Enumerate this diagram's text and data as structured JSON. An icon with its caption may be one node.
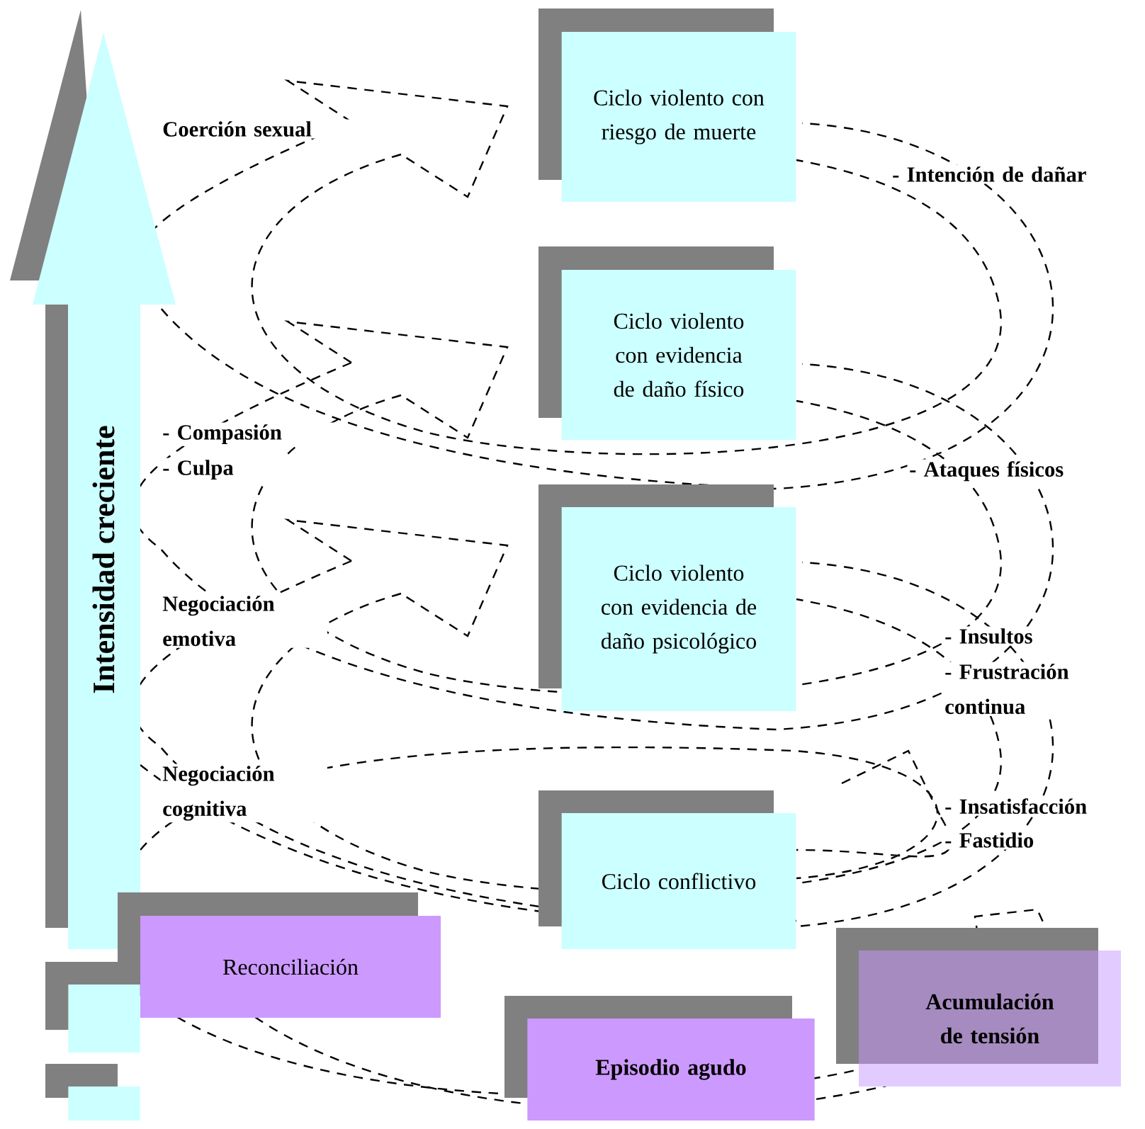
{
  "diagram": {
    "nodes": [
      {
        "text": [
          "Intensidad creciente"
        ]
      },
      {
        "text": [
          "Ciclo violento con riesgo de muerte"
        ]
      },
      {
        "text": [
          "Ciclo violento con evidencia de daño físico"
        ]
      },
      {
        "text": [
          "Ciclo violento con evidencia de daño psicológico"
        ]
      },
      {
        "text": [
          "Ciclo conflictivo"
        ]
      },
      {
        "text": [
          "Reconciliación"
        ]
      },
      {
        "text": [
          "Acumulación de tensión"
        ]
      },
      {
        "text": [],
        "shape": "box"
      },
      {
        "text": [
          "Episodio agudo"
        ]
      },
      {
        "text": [],
        "shape": "box"
      }
    ],
    "edges": [],
    "labels": [
      "Coerción sexual",
      "- Intención de dañar",
      "- Compasión",
      "- Culpa",
      "- Ataques físicos",
      "Negociación emotiva",
      "- Insultos",
      "- Frustración continua",
      "Negociación cognitiva",
      "- Insatisfacción",
      "- Fastidio"
    ]
  }
}
